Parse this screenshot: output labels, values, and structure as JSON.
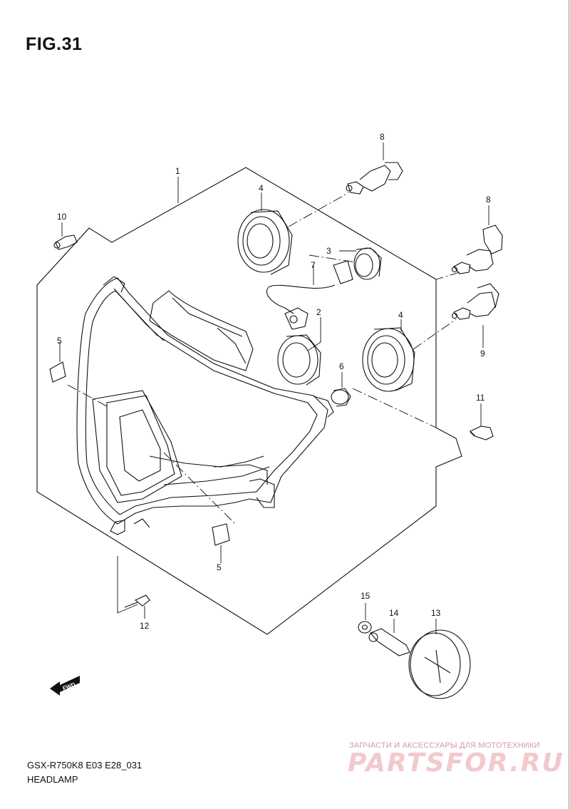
{
  "figure": {
    "title": "FIG.31"
  },
  "footer": {
    "model_code": "GSX-R750K8 E03 E28_031",
    "section_name": "HEADLAMP"
  },
  "fwd_badge": {
    "label": "FWD"
  },
  "watermark": {
    "caption": "ЗАПЧАСТИ И АКСЕССУАРЫ ДЛЯ МОТОТЕХНИКИ",
    "logo_text": "PARTSFOR.RU"
  },
  "callouts": {
    "c1": "1",
    "c2": "2",
    "c3": "3",
    "c4a": "4",
    "c4b": "4",
    "c5a": "5",
    "c5b": "5",
    "c6": "6",
    "c7": "7",
    "c8a": "8",
    "c8b": "8",
    "c9": "9",
    "c10": "10",
    "c11": "11",
    "c12": "12",
    "c13": "13",
    "c14": "14",
    "c15": "15"
  }
}
